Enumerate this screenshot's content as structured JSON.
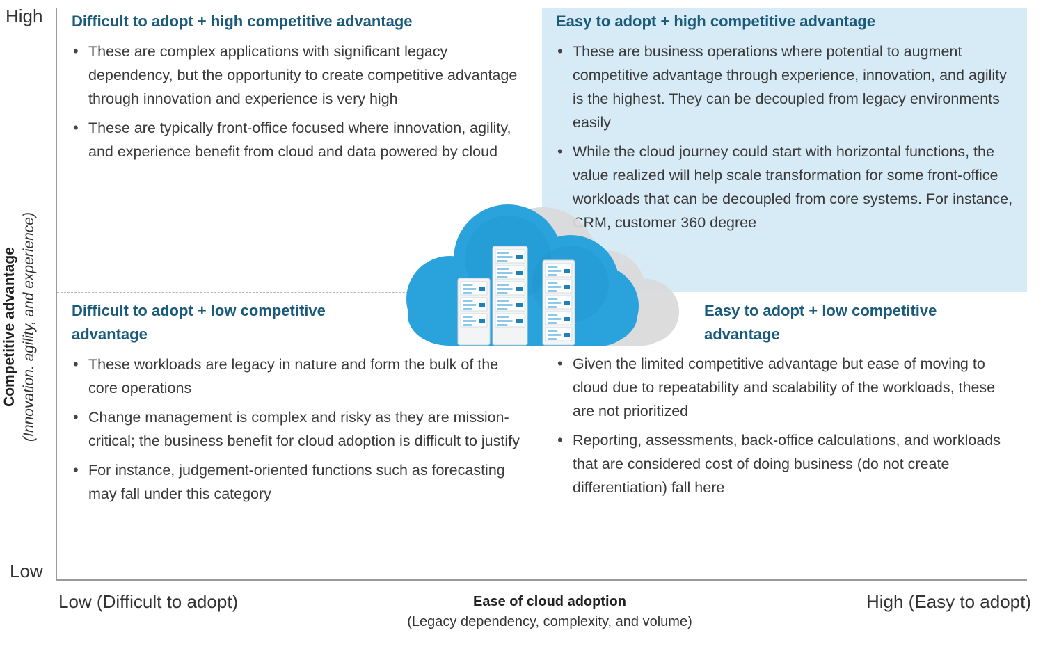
{
  "y_axis": {
    "high": "High",
    "low": "Low",
    "title": "Competitive advantage",
    "subtitle": "(Innovation. agility, and experience)"
  },
  "x_axis": {
    "low": "Low (Difficult to adopt)",
    "high": "High (Easy to adopt)",
    "title": "Ease of cloud adoption",
    "subtitle": "(Legacy dependency, complexity, and volume)"
  },
  "colors": {
    "title": "#1a5a7a",
    "highlight": "#d6ebf5",
    "cloud": "#2aa3dc",
    "cloud_shadow": "#d9d9d9"
  },
  "quadrants": {
    "top_left": {
      "title": "Difficult to adopt + high competitive advantage",
      "bullets": [
        "These are complex applications with significant legacy dependency, but the opportunity to create competitive advantage through innovation and experience is very high",
        "These are typically front-office focused where innovation, agility, and experience benefit from cloud and data powered by cloud"
      ]
    },
    "top_right": {
      "title": "Easy to adopt + high competitive advantage",
      "bullets": [
        "These are business operations where potential to augment competitive advantage through experience, innovation, and agility is the highest. They can be decoupled from legacy environments easily",
        "While the cloud journey could start with horizontal functions, the value realized will help scale transformation for some front-office workloads that can be decoupled from core systems. For instance, CRM, customer 360 degree"
      ]
    },
    "bottom_left": {
      "title": "Difficult to adopt + low competitive advantage",
      "bullets": [
        "These workloads are legacy in nature and form the bulk of the core operations",
        "Change management is complex and risky as they are mission-critical; the business benefit for cloud adoption is difficult to justify",
        "For instance, judgement-oriented functions such as forecasting may fall under this category"
      ]
    },
    "bottom_right": {
      "title": "Easy to adopt + low competitive advantage",
      "bullets": [
        "Given the limited competitive advantage but ease of moving to cloud due to repeatability and scalability of the workloads, these are not prioritized",
        "Reporting, assessments, back-office calculations, and workloads that are considered cost of doing business (do not create differentiation) fall here"
      ]
    }
  }
}
